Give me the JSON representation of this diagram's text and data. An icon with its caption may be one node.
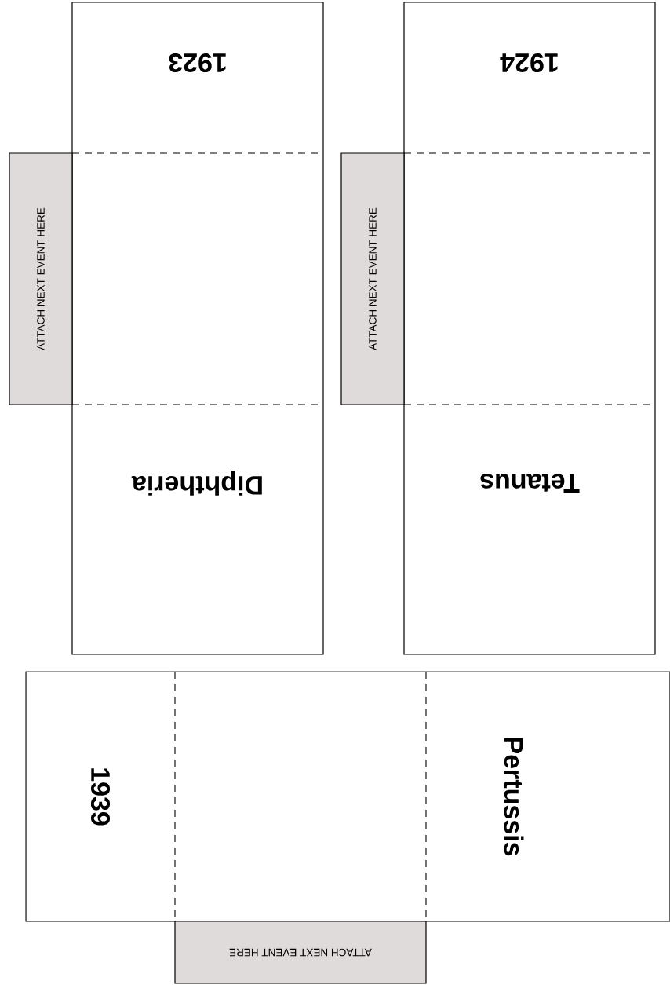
{
  "diagram": {
    "nodes": [
      {
        "text": [
          "1923",
          "Diphtheria"
        ]
      },
      {
        "text": [
          "ATTACH NEXT EVENT HERE"
        ]
      },
      {
        "text": [
          "1924",
          "Tetanus"
        ]
      },
      {
        "text": [
          "ATTACH NEXT EVENT HERE"
        ]
      },
      {
        "text": [
          "1939",
          "Pertussis"
        ]
      },
      {
        "text": [
          "ATTACH NEXT EVENT HERE"
        ]
      }
    ]
  }
}
